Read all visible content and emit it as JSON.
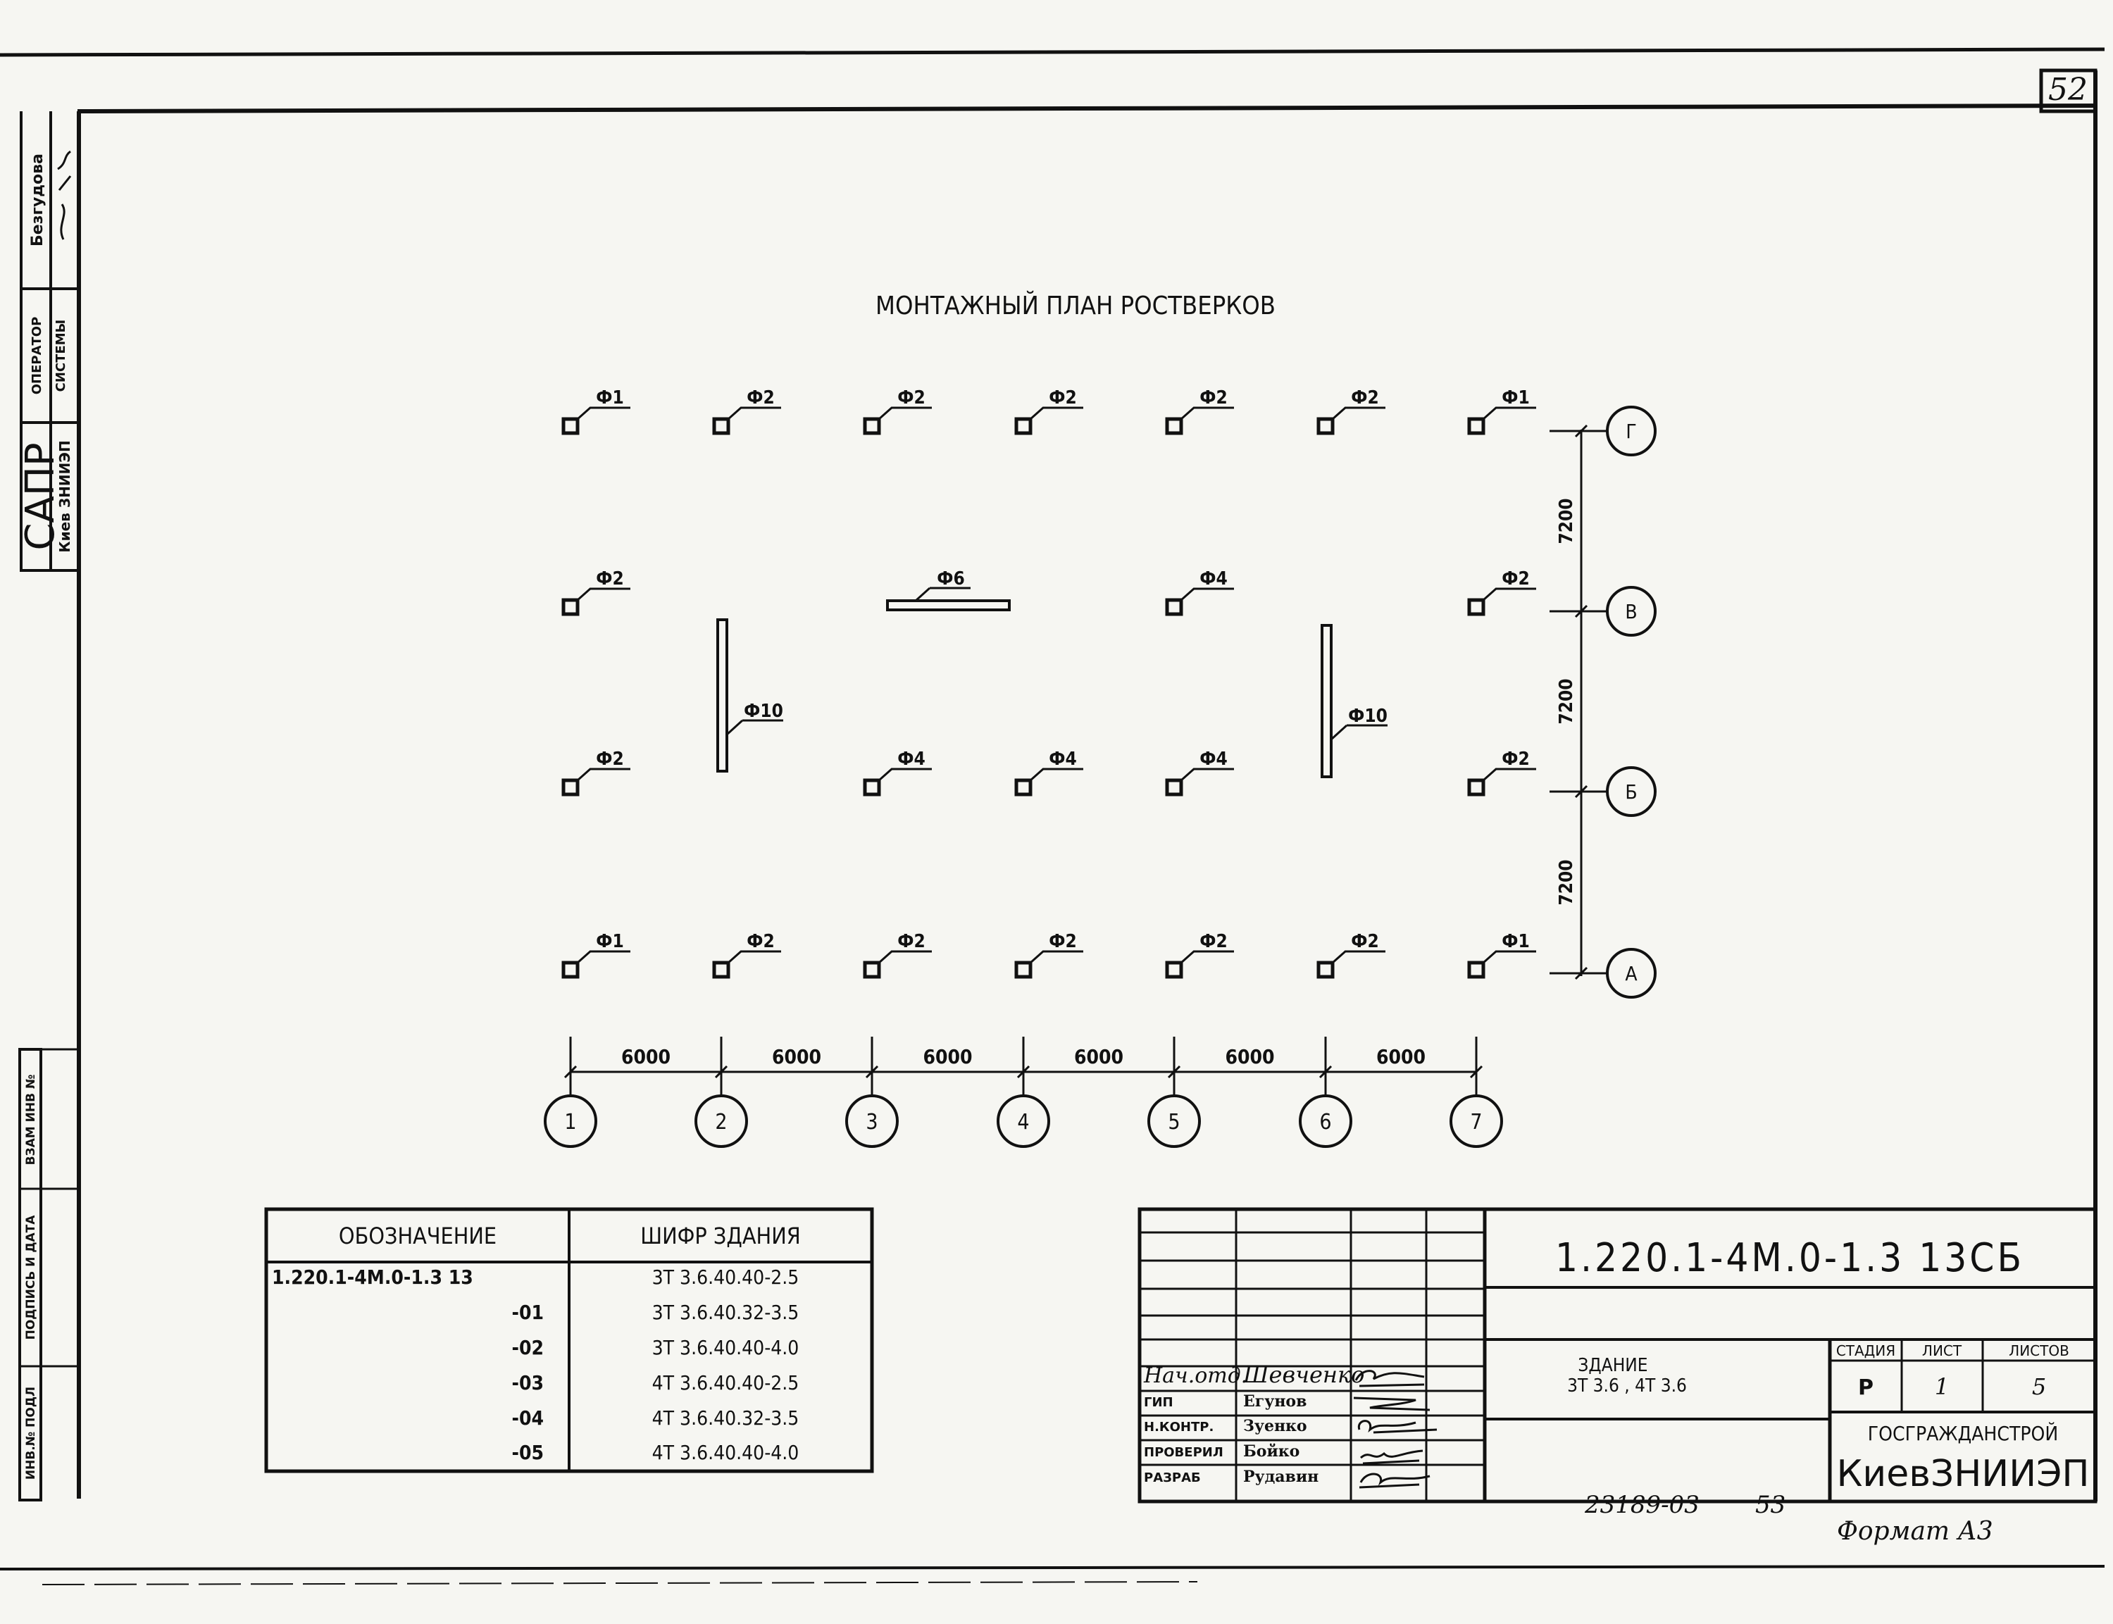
{
  "sheet_number": "52",
  "title": "МОНТАЖНЫЙ ПЛАН РОСТВЕРКОВ",
  "side_stamp": {
    "operator_name": "Безгудова",
    "operator_label_1": "ОПЕРАТОР",
    "operator_label_2": "СИСТЕМЫ",
    "sapr": "САПР",
    "sapr_org": "Киев ЗНИИЭП",
    "vzam_inv": "ВЗАМ ИНВ №",
    "podpis_data": "ПОДПИСЬ И ДАТА",
    "inv_podl": "ИНВ.№ ПОДЛ"
  },
  "plan": {
    "row_labels": {
      "r0": [
        "Ф1",
        "Ф2",
        "Ф2",
        "Ф2",
        "Ф2",
        "Ф2",
        "Ф1"
      ],
      "r1": [
        "Ф2",
        "Ф4",
        "Ф2"
      ],
      "r2": [
        "Ф2",
        "Ф4",
        "Ф4",
        "Ф4",
        "Ф2"
      ],
      "r3": [
        "Ф1",
        "Ф2",
        "Ф2",
        "Ф2",
        "Ф2",
        "Ф2",
        "Ф1"
      ]
    },
    "beam_h_label": "Ф6",
    "beam_v_labels": [
      "Ф10",
      "Ф10"
    ],
    "axes_x": [
      "1",
      "2",
      "3",
      "4",
      "5",
      "6",
      "7"
    ],
    "axes_y": [
      "Г",
      "В",
      "Б",
      "А"
    ],
    "dims_x": [
      "6000",
      "6000",
      "6000",
      "6000",
      "6000",
      "6000"
    ],
    "dims_y": [
      "7200",
      "7200",
      "7200"
    ]
  },
  "spec_table": {
    "headers": [
      "ОБОЗНАЧЕНИЕ",
      "ШИФР ЗДАНИЯ"
    ],
    "rows": [
      {
        "code": "1.220.1-4М.0-1.3 13",
        "cipher": "3Т 3.6.40.40-2.5"
      },
      {
        "code": "-01",
        "cipher": "3Т 3.6.40.32-3.5"
      },
      {
        "code": "-02",
        "cipher": "3Т 3.6.40.40-4.0"
      },
      {
        "code": "-03",
        "cipher": "4Т 3.6.40.40-2.5"
      },
      {
        "code": "-04",
        "cipher": "4Т 3.6.40.32-3.5"
      },
      {
        "code": "-05",
        "cipher": "4Т 3.6.40.40-4.0"
      }
    ]
  },
  "title_block": {
    "designation": "1.220.1-4М.0-1.3 13СБ",
    "building_label": "ЗДАНИЕ",
    "building_value": "3Т 3.6 , 4Т 3.6",
    "stage_header": "СТАДИЯ",
    "sheet_header": "ЛИСТ",
    "sheets_header": "ЛИСТОВ",
    "stage": "Р",
    "sheet": "1",
    "sheets": "5",
    "org1": "ГОСГРАЖДАНСТРОЙ",
    "org2": "КиевЗНИИЭП",
    "roles": [
      {
        "role": "Нач.отд.",
        "name": "Шевченко"
      },
      {
        "role": "ГИП",
        "name": "Егунов"
      },
      {
        "role": "Н.КОНТР.",
        "name": "Зуенко"
      },
      {
        "role": "ПРОВЕРИЛ",
        "name": "Бойко"
      },
      {
        "role": "РАЗРАБ",
        "name": "Рудавин"
      }
    ]
  },
  "footer": {
    "inventory": "23189-03",
    "page": "53",
    "format": "Формат А3"
  }
}
